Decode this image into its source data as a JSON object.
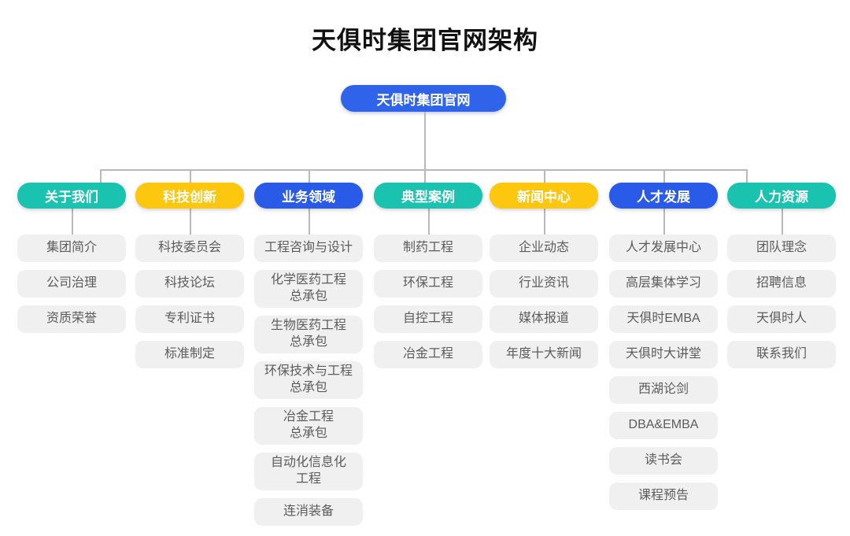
{
  "title": "天俱时集团官网架构",
  "root": {
    "label": "天俱时集团官网"
  },
  "colors": {
    "teal": "#19C3B0",
    "yellow": "#FDC60F",
    "blue": "#2A5BE8",
    "root_blue": "#2F63E9",
    "item_bg": "#F0F0F0",
    "item_text": "#5C5C5C",
    "connector": "#B9B9B9"
  },
  "columns": [
    {
      "label": "关于我们",
      "color": "#19C3B0",
      "items": [
        "集团简介",
        "公司治理",
        "资质荣誉"
      ]
    },
    {
      "label": "科技创新",
      "color": "#FDC60F",
      "items": [
        "科技委员会",
        "科技论坛",
        "专利证书",
        "标准制定"
      ]
    },
    {
      "label": "业务领域",
      "color": "#2A5BE8",
      "items": [
        "工程咨询与设计",
        "化学医药工程\n总承包",
        "生物医药工程\n总承包",
        "环保技术与工程\n总承包",
        "冶金工程\n总承包",
        "自动化信息化\n工程",
        "连消装备"
      ]
    },
    {
      "label": "典型案例",
      "color": "#19C3B0",
      "items": [
        "制药工程",
        "环保工程",
        "自控工程",
        "冶金工程"
      ]
    },
    {
      "label": "新闻中心",
      "color": "#FDC60F",
      "items": [
        "企业动态",
        "行业资讯",
        "媒体报道",
        "年度十大新闻"
      ]
    },
    {
      "label": "人才发展",
      "color": "#2A5BE8",
      "items": [
        "人才发展中心",
        "高层集体学习",
        "天俱时EMBA",
        "天俱时大讲堂",
        "西湖论剑",
        "DBA&EMBA",
        "读书会",
        "课程预告"
      ]
    },
    {
      "label": "人力资源",
      "color": "#19C3B0",
      "items": [
        "团队理念",
        "招聘信息",
        "天俱时人",
        "联系我们"
      ]
    }
  ]
}
